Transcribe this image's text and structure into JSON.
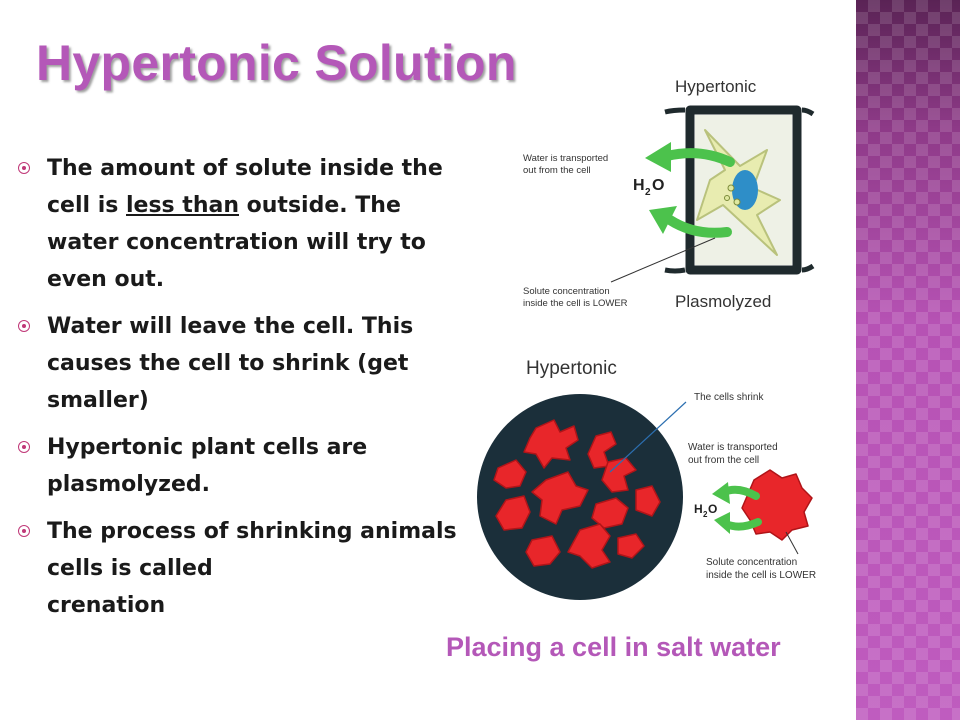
{
  "slide": {
    "title": "Hypertonic Solution",
    "caption": "Placing a cell in salt water",
    "bullets": [
      {
        "text_before": "The amount of solute inside the cell is ",
        "underlined": "less than",
        "text_after": " outside. The water concentration will try to even out."
      },
      {
        "text": "Water will leave the cell. This causes the cell to shrink (get smaller)"
      },
      {
        "text": "Hypertonic plant cells are plasmolyzed."
      },
      {
        "line1": "The process of shrinking animals cells is called",
        "line2": "crenation"
      }
    ]
  },
  "diagram_top": {
    "heading": "Hypertonic",
    "water_label_1": "Water is transported",
    "water_label_2": "out from the cell",
    "h2o": "H",
    "h2o_sub": "2",
    "h2o_end": "O",
    "solute_label_1": "Solute concentration",
    "solute_label_2": "inside the cell is LOWER",
    "result_label": "Plasmolyzed"
  },
  "diagram_bottom": {
    "heading": "Hypertonic",
    "shrink_label": "The cells shrink",
    "water_label_1": "Water is transported",
    "water_label_2": "out from the cell",
    "h2o": "H",
    "h2o_sub": "2",
    "h2o_end": "O",
    "solute_label_1": "Solute concentration",
    "solute_label_2": "inside the cell is LOWER"
  },
  "colors": {
    "title": "#b458b8",
    "bullet": "#c03878",
    "cell_red": "#e8262a",
    "arrow_green": "#4cc24c",
    "dish": "#1b2f3a",
    "plant_wall": "#1f2a2d",
    "cytoplasm": "#e8ecb0",
    "nucleus": "#2e8ec8"
  }
}
